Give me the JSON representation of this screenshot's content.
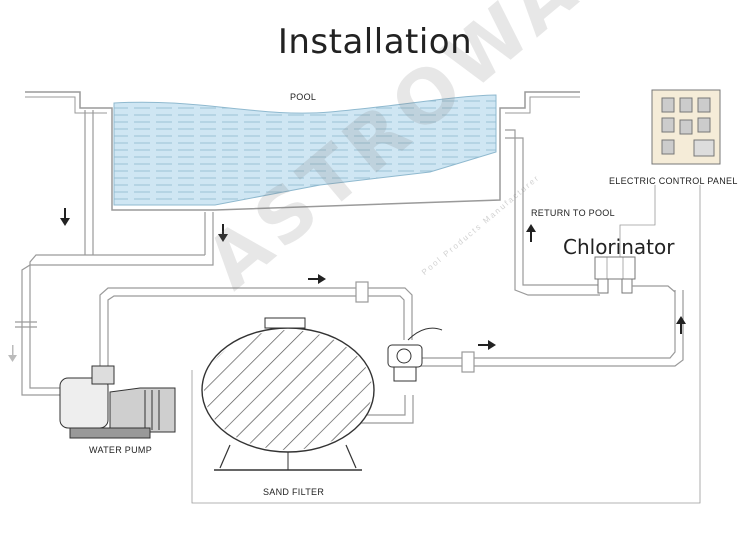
{
  "title": "Installation",
  "labels": {
    "pool": "POOL",
    "electric_control_panel": "ELECTRIC CONTROL PANEL",
    "return_to_pool": "RETURN TO POOL",
    "chlorinator": "Chlorinator",
    "water_pump": "WATER PUMP",
    "sand_filter": "SAND FILTER"
  },
  "watermark": {
    "brand": "ASTROWAVE",
    "tagline": "Pool Products Manufacturer"
  },
  "colors": {
    "water": "#cfe6f3",
    "pipe": "#9a9a9a",
    "arrow": "#222222"
  }
}
